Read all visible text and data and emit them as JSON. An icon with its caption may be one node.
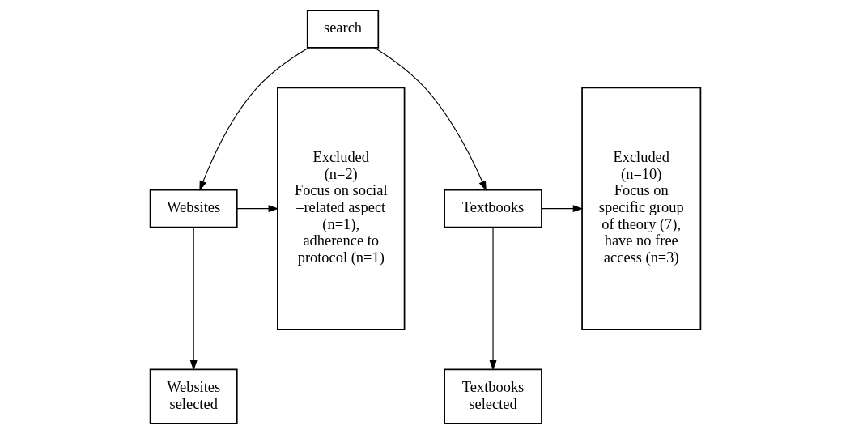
{
  "diagram": {
    "nodes": [
      {
        "text": [
          "search"
        ]
      },
      {
        "text": [
          "Excluded",
          "(n=2)",
          "Focus on social –related aspect (n=1), adherence to protocol (n=1)"
        ]
      },
      {
        "text": [
          "Websites"
        ]
      },
      {
        "text": [
          "Textbooks"
        ]
      },
      {
        "text": [
          "Excluded",
          "(n=10)",
          "Focus on specific group of theory (7), have no free access (n=3)"
        ]
      },
      {
        "text": [
          "Websites selected"
        ]
      },
      {
        "text": [
          "Textbooks selected"
        ]
      }
    ],
    "edges": [
      {
        "from": 0,
        "to": 2,
        "arrow": "to"
      },
      {
        "from": 0,
        "to": 3,
        "arrow": "to"
      },
      {
        "from": 2,
        "to": 1,
        "arrow": "to"
      },
      {
        "from": 3,
        "to": 4,
        "arrow": "to"
      },
      {
        "from": 2,
        "to": 5,
        "arrow": "to"
      },
      {
        "from": 3,
        "to": 6,
        "arrow": "to"
      }
    ]
  }
}
